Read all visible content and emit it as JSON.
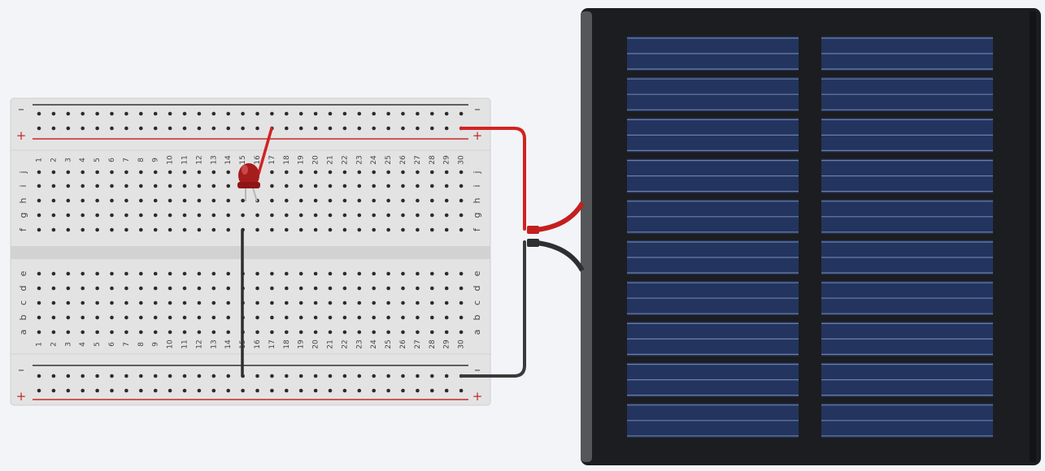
{
  "breadboard": {
    "columns": [
      "1",
      "2",
      "3",
      "4",
      "5",
      "6",
      "7",
      "8",
      "9",
      "10",
      "11",
      "12",
      "13",
      "14",
      "15",
      "16",
      "17",
      "18",
      "19",
      "20",
      "21",
      "22",
      "23",
      "24",
      "25",
      "26",
      "27",
      "28",
      "29",
      "30"
    ],
    "top_rows": [
      "j",
      "i",
      "h",
      "g",
      "f"
    ],
    "bottom_rows": [
      "e",
      "d",
      "c",
      "b",
      "a"
    ],
    "rail_minus": "–",
    "rail_plus": "+"
  },
  "colors": {
    "board": "#e1e1e1",
    "board_edge": "#cfcfcf",
    "hole": "#2b2b2b",
    "rail_red": "#c62828",
    "rail_black": "#333333",
    "wire_red": "#d32222",
    "wire_black": "#2e2e2e",
    "led": "#a71c1c",
    "panel_frame": "#1c1d20",
    "cell": "#23345f",
    "cell_line": "#6c7fa8"
  },
  "components": {
    "led": "led",
    "solar_panel": "solar-panel",
    "red_wire": "red-wire",
    "black_wire": "black-wire"
  }
}
